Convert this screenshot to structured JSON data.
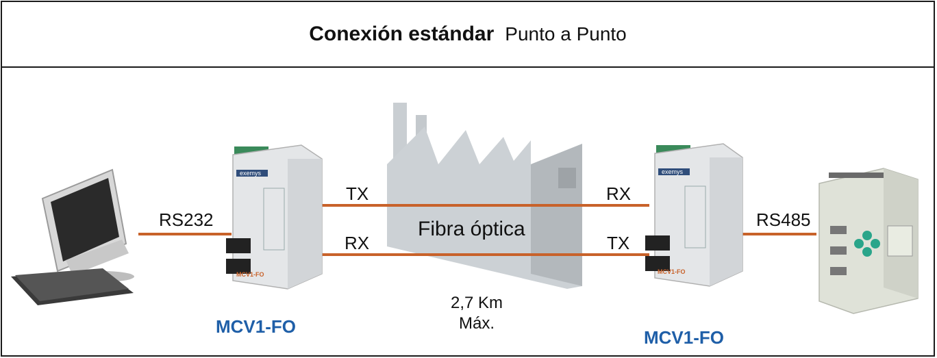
{
  "header": {
    "title_bold": "Conexión estándar",
    "title_rest": "Punto a Punto"
  },
  "left_interface": "RS232",
  "right_interface": "RS485",
  "left_top_fiber_label": "TX",
  "left_bottom_fiber_label": "RX",
  "right_top_fiber_label": "RX",
  "right_bottom_fiber_label": "TX",
  "medium_label": "Fibra óptica",
  "distance": {
    "value": "2,7 Km",
    "qualifier": "Máx."
  },
  "device_left_model": "MCV1-FO",
  "device_right_model": "MCV1-FO",
  "device_brand": "exemys",
  "device_face_label": "MCV1-FO",
  "colors": {
    "cable": "#c8622a",
    "model_text": "#1f5fa8",
    "factory": "#c9ced2"
  }
}
